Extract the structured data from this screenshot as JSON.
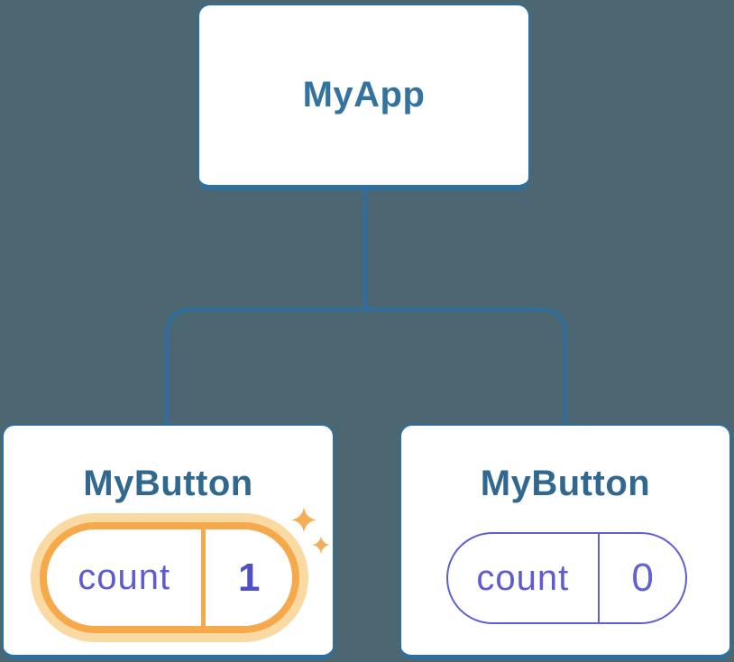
{
  "palette": {
    "canvas-bg": "#4c6771",
    "line-blue": "#2e6f9f",
    "node-bg": "#ffffff",
    "root-title-color": "#3473a0",
    "child-title-color": "#31688f",
    "state-purple": "#5f5fd3",
    "state-key-color": "#5e5cd0",
    "state-value-bold-color": "#5050c4",
    "state-value-color": "#6262d2",
    "highlight-orange": "#f6a94b",
    "highlight-glow": "#fbd9a2",
    "sparkle-orange": "#f6ae56"
  },
  "tree": {
    "root": {
      "label": "MyApp"
    },
    "children": [
      {
        "label": "MyButton",
        "highlighted": true,
        "state": {
          "key": "count",
          "value": "1"
        }
      },
      {
        "label": "MyButton",
        "highlighted": false,
        "state": {
          "key": "count",
          "value": "0"
        }
      }
    ]
  }
}
